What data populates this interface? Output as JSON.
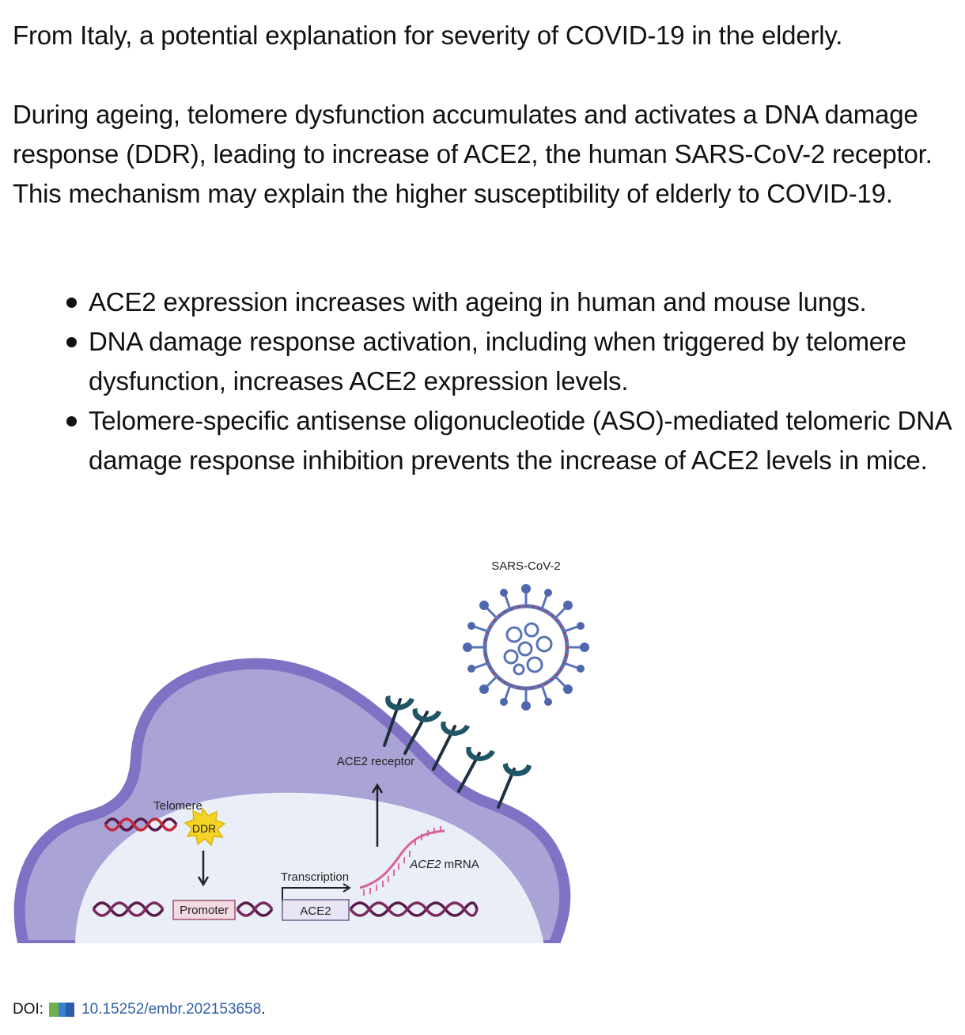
{
  "post": {
    "intro": "From Italy, a potential explanation for severity of COVID-19 in the elderly.",
    "summary": "During ageing, telomere dysfunction accumulates and activates a DNA damage response (DDR), leading to increase of ACE2, the human SARS-CoV-2 receptor. This mechanism may explain the higher susceptibility of elderly to COVID-19.",
    "bullets": [
      "ACE2 expression increases with ageing in human and mouse lungs.",
      "DNA damage response activation, including when triggered by telomere dysfunction, increases ACE2 expression levels.",
      "Telomere-specific antisense oligonucleotide (ASO)-mediated telomeric DNA damage response inhibition prevents the increase of ACE2 levels in mice."
    ]
  },
  "figure": {
    "virus_label": "SARS-CoV-2",
    "receptor_label": "ACE2 receptor",
    "telomere_label": "Telomere",
    "ddr_label": "DDR",
    "promoter_label": "Promoter",
    "gene_label": "ACE2",
    "transcription_label": "Transcription",
    "mrna_label_italic": "ACE2",
    "mrna_label_rest": " mRNA",
    "colors": {
      "cell": "#a9a3d6",
      "cell_outline": "#7f72c4",
      "nucleus": "#e9eef7",
      "dna_dark": "#5a1a4a",
      "dna_red": "#c42a3a",
      "receptor": "#1f5566",
      "virus_blue": "#5a73b8",
      "virus_red": "#c0303a",
      "ddr_yellow": "#f5d327",
      "mrna": "#d9609a"
    }
  },
  "doi": {
    "label": "DOI:",
    "link_text": "10.15252/embr.202153658",
    "trailing": "."
  }
}
